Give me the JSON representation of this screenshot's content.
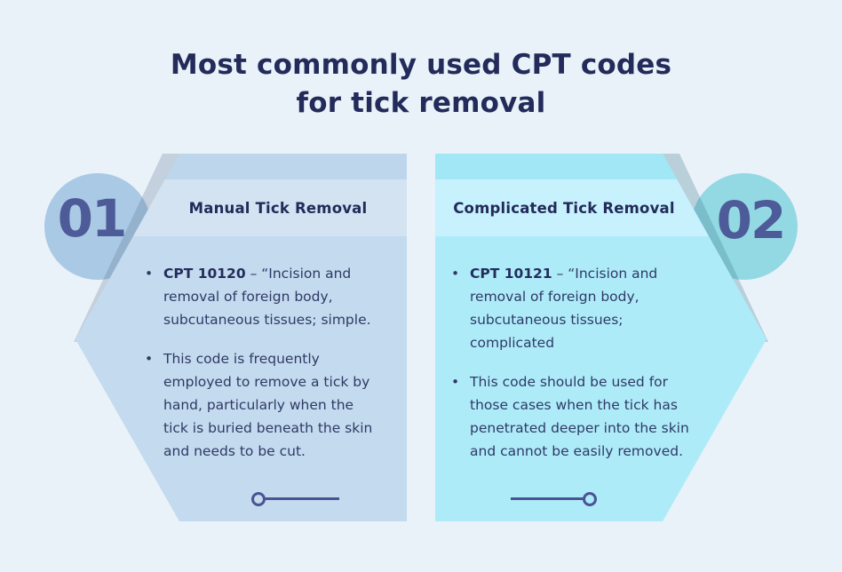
{
  "colors": {
    "page_bg": "#e9f2f9",
    "title_text": "#222b5a",
    "body_text": "#2e3a66",
    "number_text": "#4e5b99",
    "connector": "#4a5494",
    "left_panel": {
      "circle": "#aac9e4",
      "body": "#c4daee",
      "header_band": "#d3e3f2",
      "top_band": "#bdd6ec"
    },
    "right_panel": {
      "circle": "#93d9e4",
      "body": "#aeebf9",
      "header_band": "#c7f1fc",
      "top_band": "#a2e7f6"
    }
  },
  "title": {
    "line1": "Most commonly used CPT codes",
    "line2": "for tick removal"
  },
  "panels": [
    {
      "number": "01",
      "heading": "Manual Tick Removal",
      "bullets": [
        {
          "bold": "CPT 10120",
          "text": " – “Incision and removal of foreign body, subcutaneous tissues; simple."
        },
        {
          "bold": "",
          "text": "This code is frequently employed to remove a tick by hand, particularly when the tick is buried beneath the skin and needs to be cut."
        }
      ]
    },
    {
      "number": "02",
      "heading": "Complicated Tick Removal",
      "bullets": [
        {
          "bold": "CPT 10121",
          "text": " – “Incision and removal of foreign body, subcutaneous tissues; complicated"
        },
        {
          "bold": "",
          "text": "This code should be used for those cases when the tick has penetrated deeper into the skin and cannot be easily removed."
        }
      ]
    }
  ]
}
